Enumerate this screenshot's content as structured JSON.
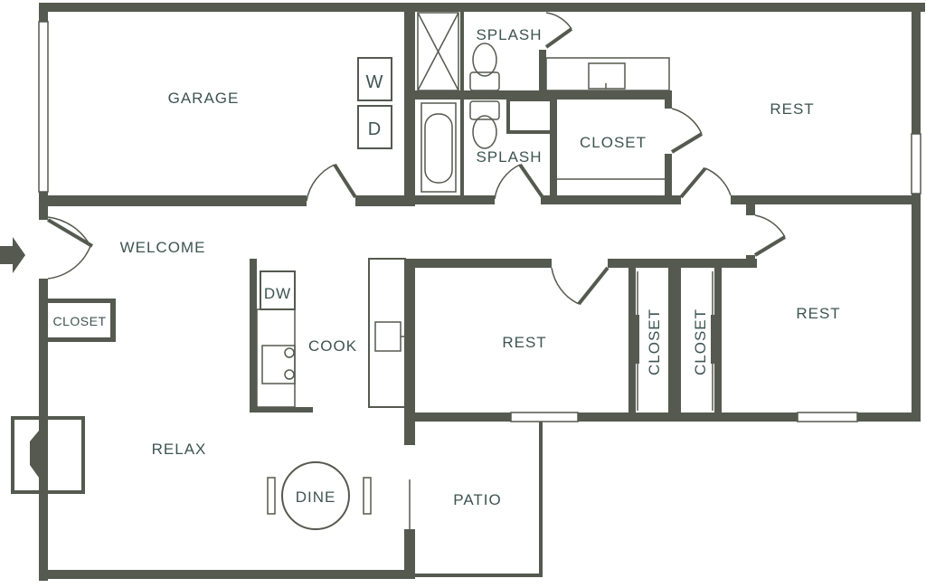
{
  "colors": {
    "wall": "#55594f",
    "label": "#3e5450",
    "background": "#ffffff"
  },
  "rooms": {
    "garage": "GARAGE",
    "splash_top": "SPLASH",
    "splash_bottom": "SPLASH",
    "closet_hall": "CLOSET",
    "rest_top": "REST",
    "welcome": "WELCOME",
    "closet_entry": "CLOSET",
    "cook": "COOK",
    "rest_middle": "REST",
    "closet_vertical_left": "CLOSET",
    "closet_vertical_right": "CLOSET",
    "rest_right": "REST",
    "relax": "RELAX",
    "dine": "DINE",
    "patio": "PATIO"
  },
  "appliances": {
    "washer": "W",
    "dryer": "D",
    "dishwasher": "DW"
  },
  "icons": {
    "entry": "entry-arrow-icon"
  }
}
